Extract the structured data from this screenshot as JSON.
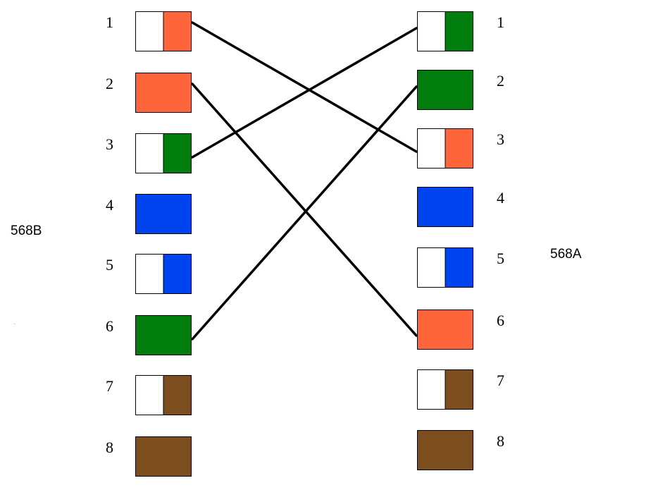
{
  "labels": {
    "left_standard": "568B",
    "right_standard": "568A"
  },
  "colors": {
    "white": "#ffffff",
    "orange": "#ff653a",
    "green": "#007d0d",
    "blue": "#0044f0",
    "brown": "#7b4d1f",
    "wire": "#000000",
    "outline": "#000000"
  },
  "left_pins": [
    {
      "num": "1",
      "pattern": "stripe",
      "color": "orange"
    },
    {
      "num": "2",
      "pattern": "solid",
      "color": "orange"
    },
    {
      "num": "3",
      "pattern": "stripe",
      "color": "green"
    },
    {
      "num": "4",
      "pattern": "solid",
      "color": "blue"
    },
    {
      "num": "5",
      "pattern": "stripe",
      "color": "blue"
    },
    {
      "num": "6",
      "pattern": "solid",
      "color": "green"
    },
    {
      "num": "7",
      "pattern": "stripe",
      "color": "brown"
    },
    {
      "num": "8",
      "pattern": "solid",
      "color": "brown"
    }
  ],
  "right_pins": [
    {
      "num": "1",
      "pattern": "stripe",
      "color": "green"
    },
    {
      "num": "2",
      "pattern": "solid",
      "color": "green"
    },
    {
      "num": "3",
      "pattern": "stripe",
      "color": "orange"
    },
    {
      "num": "4",
      "pattern": "solid",
      "color": "blue"
    },
    {
      "num": "5",
      "pattern": "stripe",
      "color": "blue"
    },
    {
      "num": "6",
      "pattern": "solid",
      "color": "orange"
    },
    {
      "num": "7",
      "pattern": "stripe",
      "color": "brown"
    },
    {
      "num": "8",
      "pattern": "solid",
      "color": "brown"
    }
  ],
  "crossovers": [
    {
      "from": "1",
      "to": "3"
    },
    {
      "from": "2",
      "to": "6"
    },
    {
      "from": "3",
      "to": "1"
    },
    {
      "from": "6",
      "to": "2"
    }
  ]
}
